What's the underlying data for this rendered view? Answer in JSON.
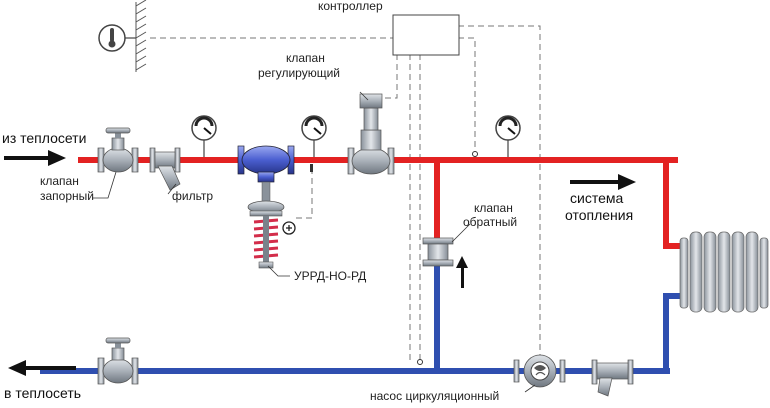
{
  "labels": {
    "controller": "контроллер",
    "control_valve_line1": "клапан",
    "control_valve_line2": "регулирующий",
    "from_network": "из теплосети",
    "to_network": "в теплосеть",
    "shutoff_valve_line1": "клапан",
    "shutoff_valve_line2": "запорный",
    "filter": "фильтр",
    "check_valve_line1": "клапан",
    "check_valve_line2": "обратный",
    "heating_system_line1": "система",
    "heating_system_line2": "отопления",
    "regulator": "УРРД-НО-РД",
    "pump": "насос циркуляционный"
  },
  "colors": {
    "supply_pipe": "#e32222",
    "return_pipe": "#2f4fb0",
    "signal_line": "#777777",
    "equipment_body": "#9aa3ad",
    "regulator_body": "#5b6fd6",
    "spring": "#d32d4a"
  },
  "icons": {
    "thermometer": "outdoor-temperature-sensor-icon",
    "gauge": "pressure-gauge-icon",
    "arrow": "flow-direction-arrow-icon"
  }
}
